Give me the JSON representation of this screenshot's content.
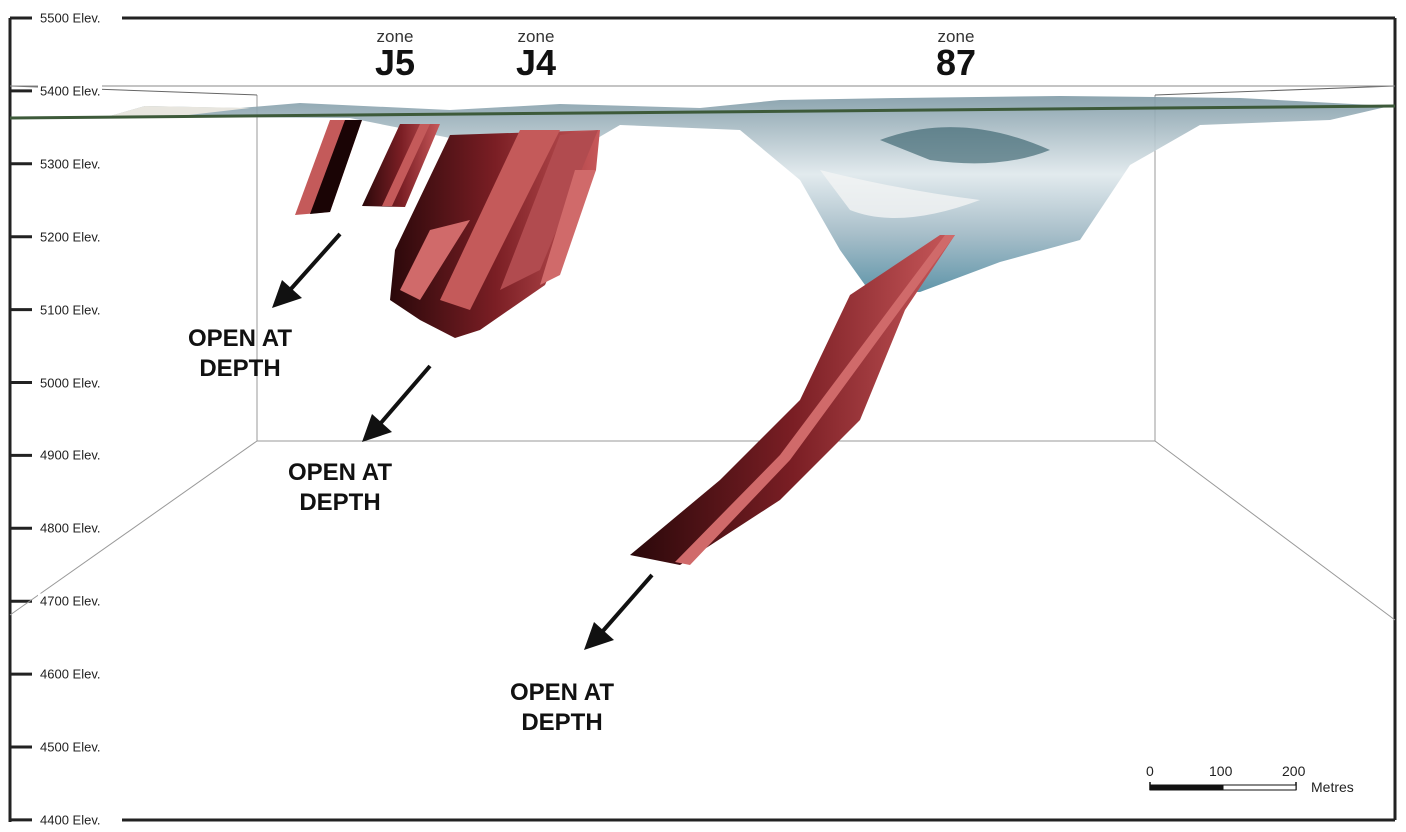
{
  "axis": {
    "ticks": [
      "5500 Elev.",
      "5400 Elev.",
      "5300 Elev.",
      "5200 Elev.",
      "5100 Elev.",
      "5000 Elev.",
      "4900 Elev.",
      "4800 Elev.",
      "4700 Elev.",
      "4600 Elev.",
      "4500 Elev.",
      "4400 Elev."
    ]
  },
  "zones": [
    {
      "label": "zone",
      "name": "J5"
    },
    {
      "label": "zone",
      "name": "J4"
    },
    {
      "label": "zone",
      "name": "87"
    }
  ],
  "annotations": [
    {
      "line1": "OPEN AT",
      "line2": "DEPTH"
    },
    {
      "line1": "OPEN AT",
      "line2": "DEPTH"
    },
    {
      "line1": "OPEN AT",
      "line2": "DEPTH"
    }
  ],
  "scale_bar": {
    "labels": [
      "0",
      "100",
      "200"
    ],
    "unit": "Metres"
  },
  "colors": {
    "ore": "#c45a5a",
    "ore_dark": "#3a0d0f",
    "terrain": "#b8cdd6"
  }
}
